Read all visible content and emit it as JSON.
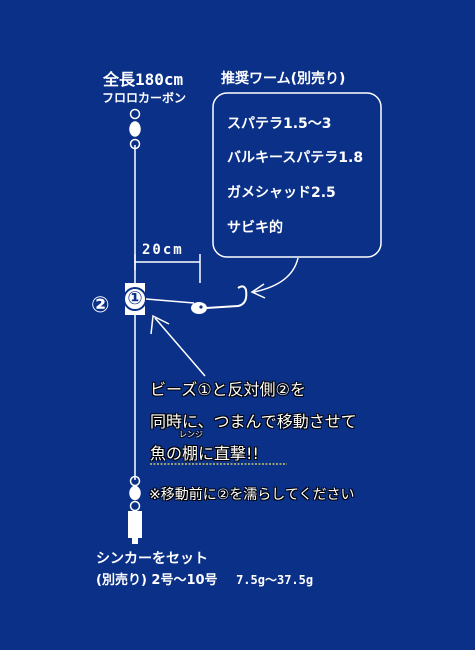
{
  "rig": {
    "length_title": "全長180cm",
    "line_material": "フロロカーボン",
    "span_label": "20cm",
    "bead_main": "①",
    "bead_opposite": "②"
  },
  "worms": {
    "heading": "推奨ワーム(別売り)",
    "items": [
      "スパテラ1.5〜3",
      "バルキースパテラ1.8",
      "ガメシャッド2.5",
      "サビキ的"
    ]
  },
  "instruction": {
    "line1": "ビーズ①と反対側②を",
    "line2": "同時に、つまんで移動させて",
    "line3_pre": "魚の",
    "line3_kanji": "棚",
    "line3_ruby": "レンジ",
    "line3_post": "に直撃!!"
  },
  "note": "※移動前に②を濡らしてください",
  "sinker": {
    "line1": "シンカーをセット",
    "line2_pre": "(別売り) 2号〜10号",
    "line2_weights": "7.5g〜37.5g"
  },
  "colors": {
    "background": "#0b3088",
    "text": "#ffffff",
    "underline": "#e8e36a"
  }
}
